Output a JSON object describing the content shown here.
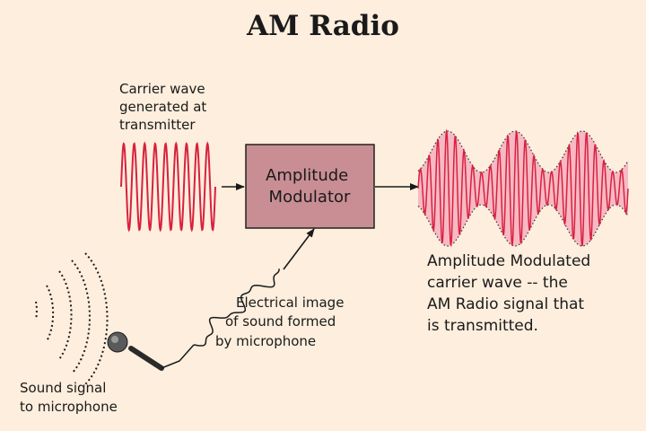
{
  "title": "AM Radio",
  "labels": {
    "carrier": [
      "Carrier wave",
      "generated at",
      "transmitter"
    ],
    "modulator": [
      "Amplitude",
      "Modulator"
    ],
    "output": [
      "Amplitude Modulated",
      "carrier wave -- the",
      "AM Radio signal that",
      "is transmitted."
    ],
    "electrical": [
      "Electrical image",
      "of sound formed",
      "by microphone"
    ],
    "sound": [
      "Sound signal",
      "to microphone"
    ]
  },
  "colors": {
    "background": "#fdeedd",
    "wave": "#d8213f",
    "envelope_fill": "#f7b9c4",
    "modulator_fill": "#c98e94",
    "text": "#1a1a1a"
  },
  "icons": [
    "microphone-icon",
    "sound-wave-arcs-icon"
  ]
}
